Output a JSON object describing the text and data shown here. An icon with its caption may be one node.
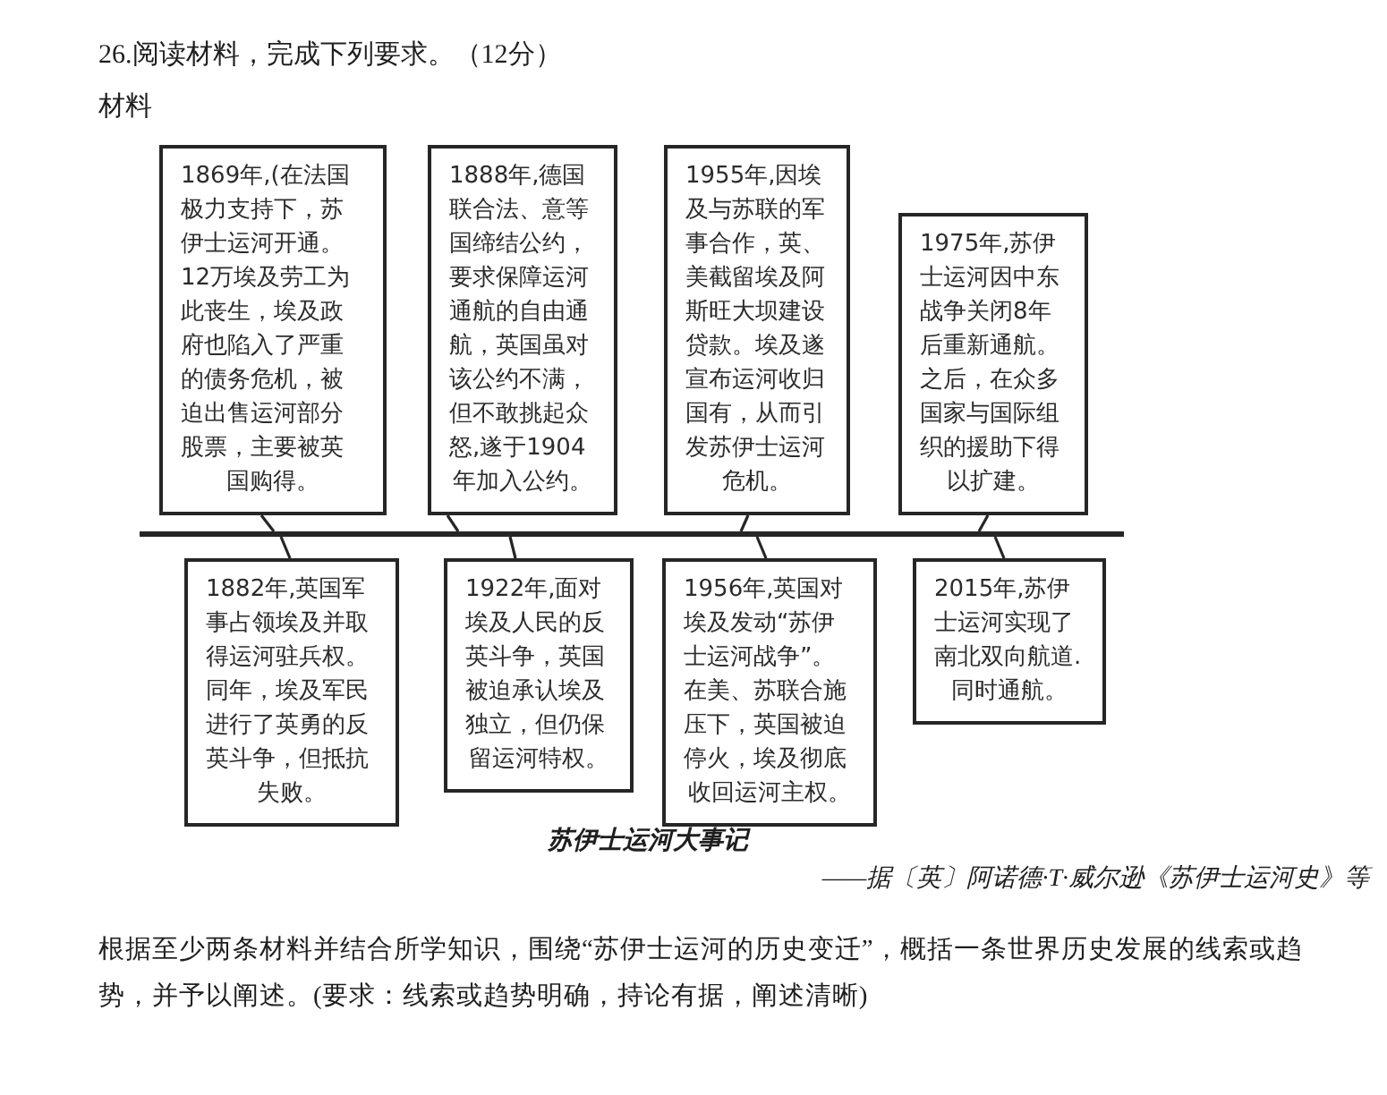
{
  "diagram": {
    "title": "26.阅读材料，完成下列要求。（12分）",
    "caption": "苏伊士运河大事记",
    "nodes": [
      {
        "text": [
          "1869年,(在法国极力支持下，苏伊士运河开通。12万埃及劳工为此丧生，埃及政府也陷入了严重的债务危机，被迫出售运河部分股票，主要被英国购得。"
        ]
      },
      {
        "text": [
          "1888年,德国联合法、意等国缔结公约，要求保障运河通航的自由通航，英国虽对该公约不满，但不敢挑起众怒,遂于1904年加入公约。"
        ]
      },
      {
        "text": [
          "1955年,因埃及与苏联的军事合作，英、美截留埃及阿斯旺大坝建设贷款。埃及遂宣布运河收归国有，从而引发苏伊士运河危机。"
        ]
      },
      {
        "text": [
          "1975年,苏伊士运河因中东战争关闭8年后重新通航。之后，在众多国家与国际组织的援助下得以扩建。"
        ]
      },
      {
        "text": [],
        "shape": "bar"
      },
      {
        "text": [
          "1882年,英国军事占领埃及并取得运河驻兵权。同年，埃及军民进行了英勇的反英斗争，但抵抗失败。"
        ]
      },
      {
        "text": [
          "1922年,面对埃及人民的反英斗争，英国被迫承认埃及独立，但仍保留运河特权。"
        ]
      },
      {
        "text": [
          "1956年,英国对埃及发动“苏伊士运河战争”。在美、苏联合施压下，英国被迫停火，埃及彻底收回运河主权。"
        ]
      },
      {
        "text": [
          "2015年,苏伊士运河实现了南北双向航道.同时通航。"
        ]
      }
    ],
    "edges": [
      {
        "from": 0,
        "to": 4,
        "arrow": "none"
      },
      {
        "from": 1,
        "to": 4,
        "arrow": "none"
      },
      {
        "from": 2,
        "to": 4,
        "arrow": "none"
      },
      {
        "from": 3,
        "to": 4,
        "arrow": "none"
      },
      {
        "from": 5,
        "to": 4,
        "arrow": "none"
      },
      {
        "from": 6,
        "to": 4,
        "arrow": "none"
      },
      {
        "from": 7,
        "to": 4,
        "arrow": "none"
      },
      {
        "from": 8,
        "to": 4,
        "arrow": "none"
      }
    ],
    "labels": [
      "材料",
      "——据〔英〕阿诺德·T·威尔逊《苏伊士运河史》等",
      "根据至少两条材料并结合所学知识，围绕“苏伊士运河的历史变迁”，概括一条世界历史发展的线索或趋势，并予以阐述。(要求：线索或趋势明确，持论有据，阐述清晰)"
    ]
  }
}
